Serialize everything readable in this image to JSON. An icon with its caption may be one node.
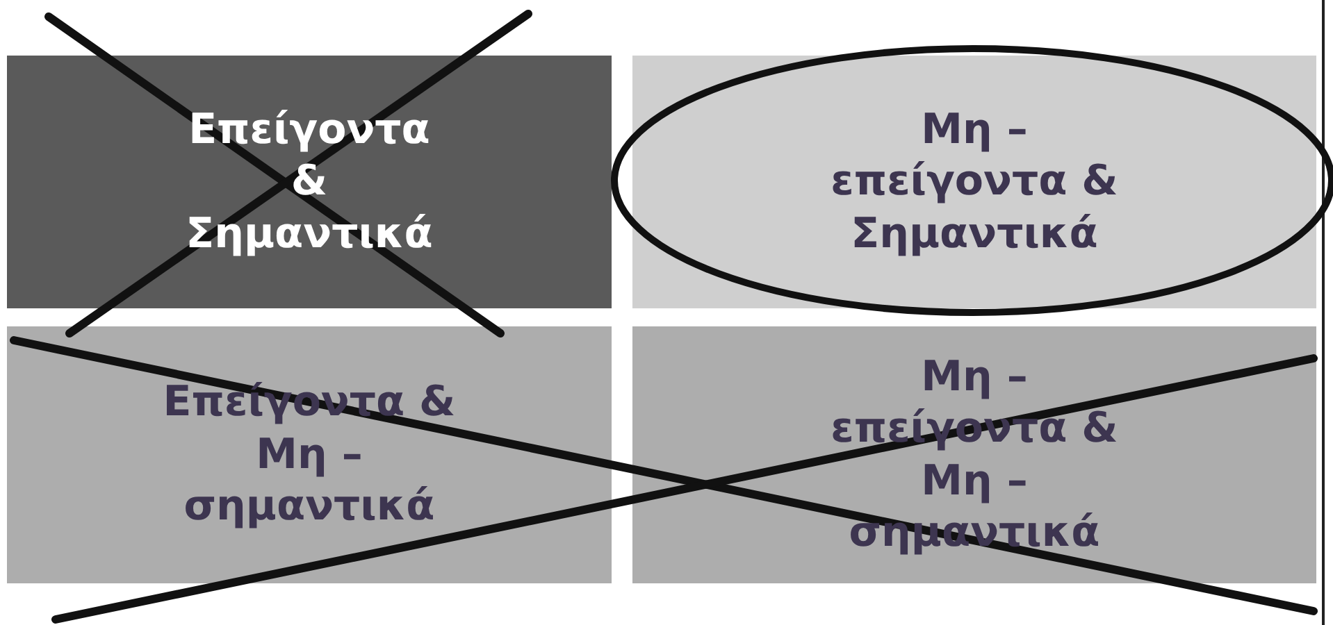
{
  "diagram": {
    "nodes": [
      {
        "text": [
          "Επείγοντα & Σημαντικά"
        ]
      },
      {
        "text": [
          "Μη – επείγοντα & Σημαντικά"
        ]
      },
      {
        "text": [
          "Επείγοντα & Μη – σημαντικά"
        ]
      },
      {
        "text": [
          "Μη – επείγοντα & Μη – σημαντικά"
        ]
      }
    ]
  }
}
